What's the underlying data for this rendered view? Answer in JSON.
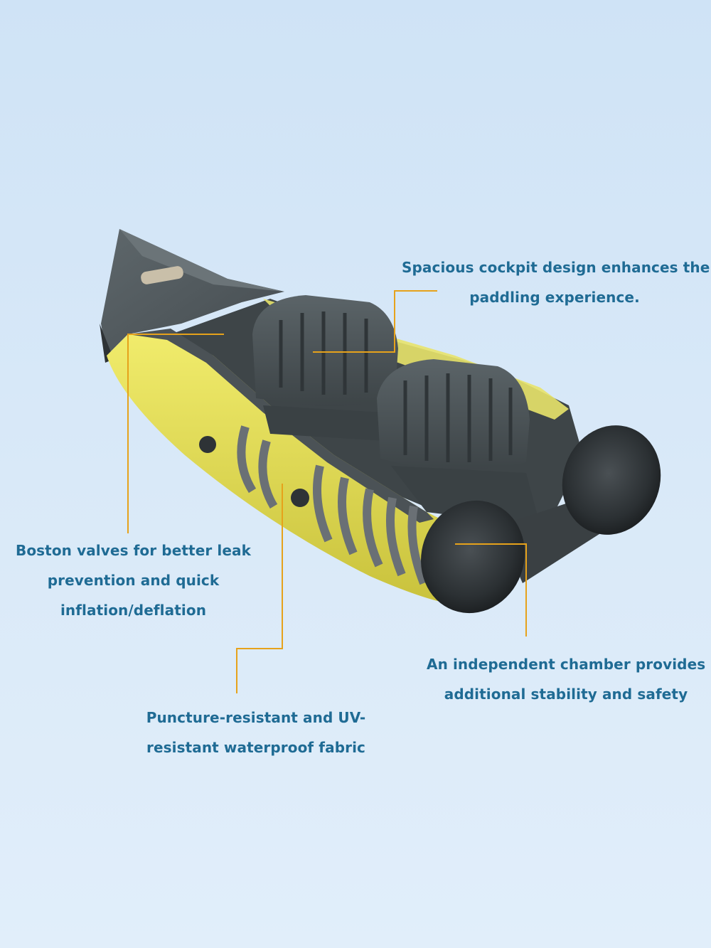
{
  "callouts": {
    "cockpit": {
      "line1": "Spacious cockpit design enhances the",
      "line2": "paddling experience."
    },
    "valves": {
      "line1": "Boston valves for better leak",
      "line2": "prevention and quick",
      "line3": "inflation/deflation"
    },
    "fabric": {
      "line1": "Puncture-resistant and UV-",
      "line2": "resistant waterproof fabric"
    },
    "chamber": {
      "line1": "An independent chamber provides",
      "line2": "additional stability and safety"
    }
  },
  "colors": {
    "background": "#d5e6f7",
    "caption_text": "#1f6b94",
    "leader_line": "#e6a21b",
    "kayak_yellow": "#e9e35a",
    "kayak_gray": "#4d5559"
  },
  "icons": [
    "kayak-illustration"
  ]
}
